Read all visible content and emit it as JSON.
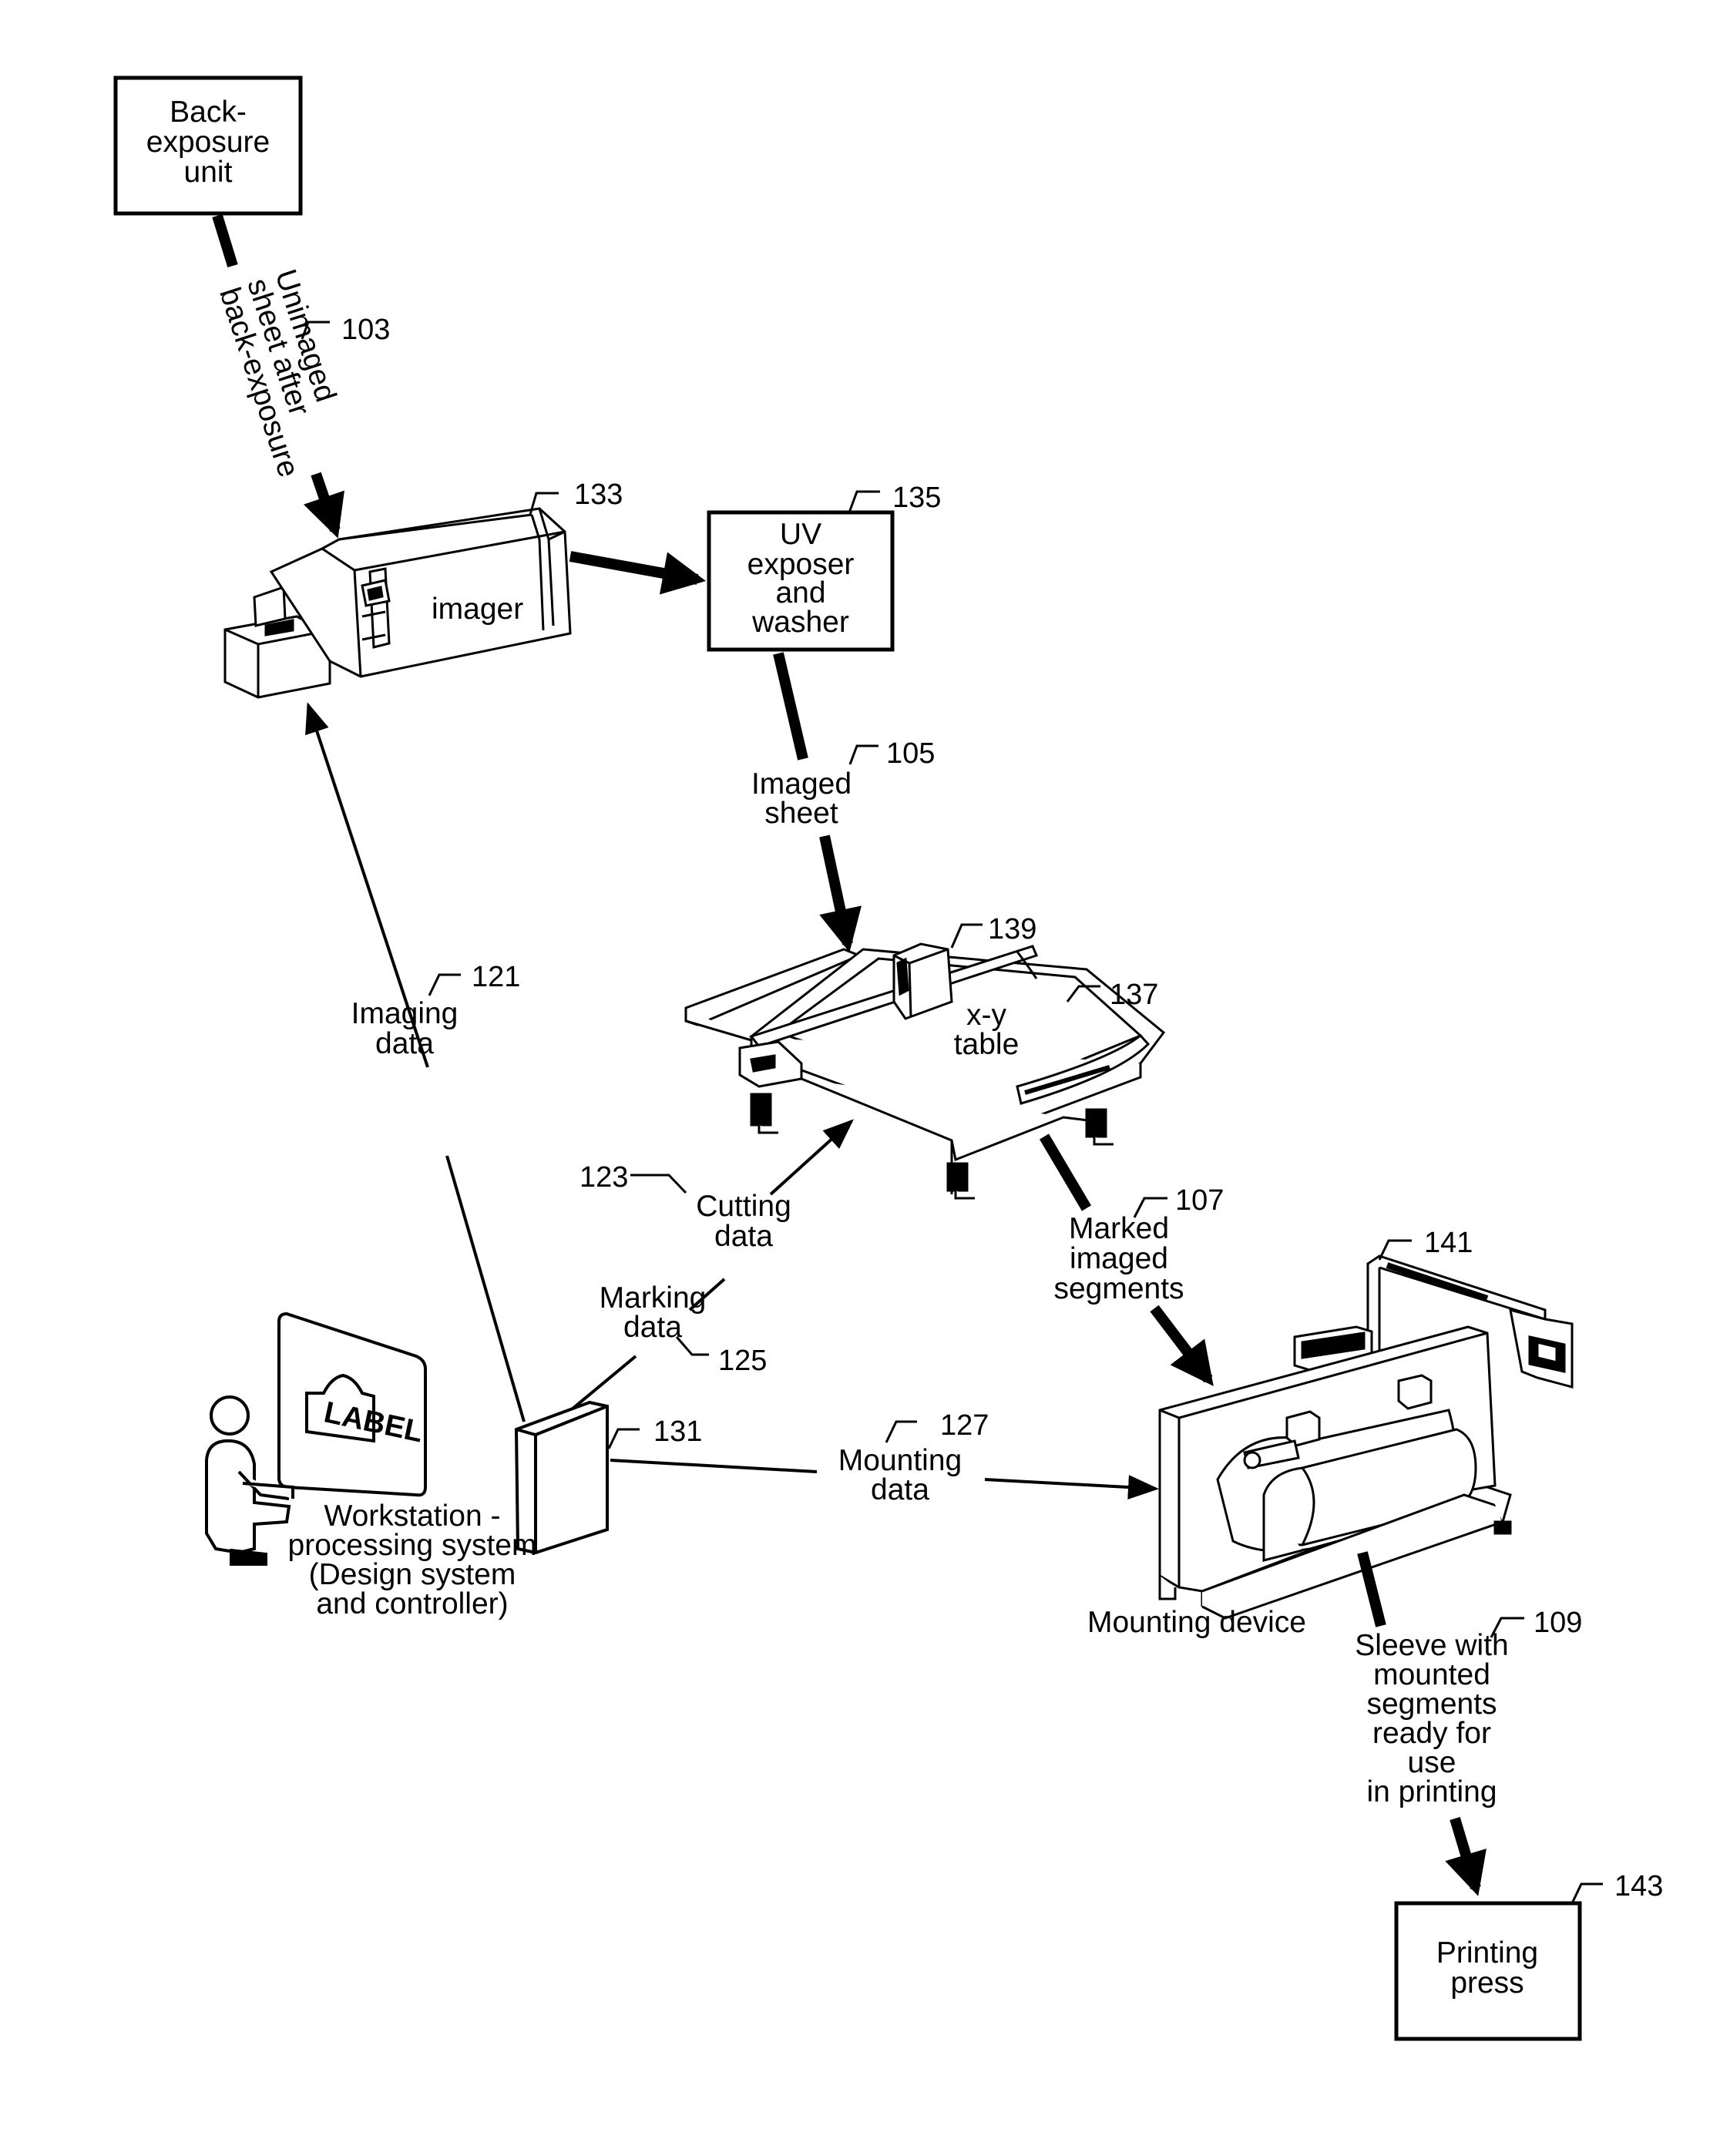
{
  "boxes": {
    "back_exposure": [
      "Back-",
      "exposure",
      "unit"
    ],
    "uv_exposer": [
      "UV",
      "exposer",
      "and",
      "washer"
    ],
    "printing_press": [
      "Printing",
      "press"
    ]
  },
  "labels": {
    "unimaged_sheet": [
      "Unimaged",
      "sheet after",
      "back-exposure"
    ],
    "imager": "imager",
    "imaged_sheet": [
      "Imaged",
      "sheet"
    ],
    "xy_table": [
      "x-y",
      "table"
    ],
    "imaging_data": [
      "Imaging",
      "data"
    ],
    "cutting_data": [
      "Cutting",
      "data"
    ],
    "marking_data": [
      "Marking",
      "data"
    ],
    "marked_segments": [
      "Marked",
      "imaged",
      "segments"
    ],
    "mounting_data": [
      "Mounting",
      "data"
    ],
    "workstation": [
      "Workstation -",
      "processing system",
      "(Design system",
      "and controller)"
    ],
    "mounting_device": "Mounting device",
    "sleeve": [
      "Sleeve with",
      "mounted",
      "segments",
      "ready for",
      "use",
      "in printing"
    ],
    "screen_label": "LABEL"
  },
  "refs": {
    "r103": "103",
    "r133": "133",
    "r135": "135",
    "r105": "105",
    "r139": "139",
    "r137": "137",
    "r121": "121",
    "r123": "123",
    "r107": "107",
    "r141": "141",
    "r125": "125",
    "r127": "127",
    "r131": "131",
    "r109": "109",
    "r143": "143"
  }
}
